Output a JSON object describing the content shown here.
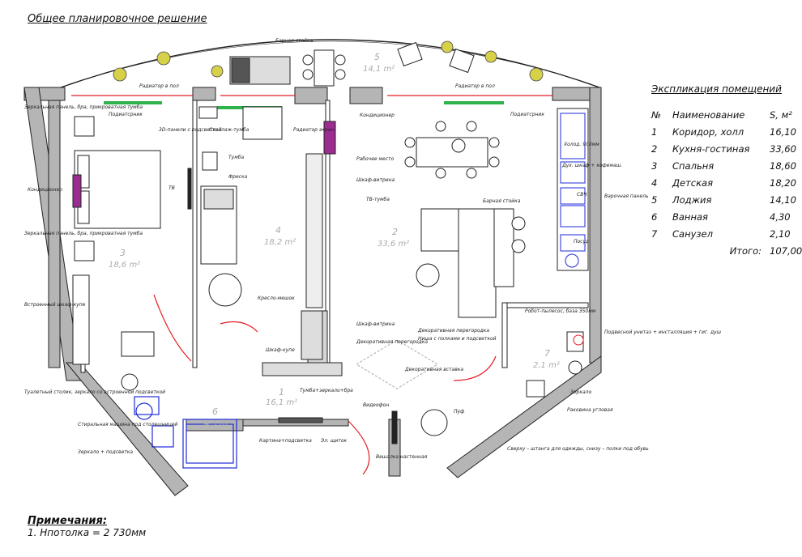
{
  "title": "Общее планировочное решение",
  "explication": {
    "title": "Экспликация помещений",
    "headers": [
      "№",
      "Наименование",
      "S, м²"
    ],
    "rows": [
      [
        "1",
        "Коридор, холл",
        "16,10"
      ],
      [
        "2",
        "Кухня-гостиная",
        "33,60"
      ],
      [
        "3",
        "Спальня",
        "18,60"
      ],
      [
        "4",
        "Детская",
        "18,20"
      ],
      [
        "5",
        "Лоджия",
        "14,10"
      ],
      [
        "6",
        "Ванная",
        "4,30"
      ],
      [
        "7",
        "Санузел",
        "2,10"
      ]
    ],
    "total_label": "Итого:",
    "total_value": "107,00"
  },
  "notes": {
    "title": "Примечания:",
    "line": "1. Hпотолка = 2 730мм"
  },
  "rooms": [
    {
      "num": "1",
      "area": "16,1 m²"
    },
    {
      "num": "2",
      "area": "33,6 m²"
    },
    {
      "num": "3",
      "area": "18,6 m²"
    },
    {
      "num": "4",
      "area": "18,2 m²"
    },
    {
      "num": "5",
      "area": "14,1 m²"
    },
    {
      "num": "6",
      "area": "4,3 m²"
    },
    {
      "num": "7",
      "area": "2,1 m²"
    }
  ],
  "labels": {
    "bar_counter_top": "Барная стойка",
    "radiator_floor_left": "Радиатор в пол",
    "radiator_floor_right": "Радиатор в пол",
    "sill_left": "Подиатсрник",
    "sill_right": "Подиатсрник",
    "mirror_panel_1": "Зеркальная панель, бра, прикроватная тумба",
    "mirror_panel_2": "Зеркальная панель, бра, прикроватная тумба",
    "conditioner_left": "Кондиционер",
    "conditioner_mid": "Кондиционер",
    "shelf_3d": "3D-панели с подсветкой",
    "shelf_tumba": "Стеллаж-тумба",
    "radiator_screen": "Радиатор экран",
    "tumba": "Тумба",
    "freska": "Фреска",
    "tv_left": "ТВ",
    "tv_tumba": "ТВ-тумба",
    "workplace": "Рабочее место",
    "showcase_1": "Шкаф-витрина",
    "showcase_2": "Шкаф-витрина",
    "wardrobe": "Встроенный шкаф-купе",
    "chair_bag": "Кресло-мешок",
    "closet_kupe": "Шкаф-купе",
    "deco_partition_1": "Декоративная перегородка",
    "deco_partition_2": "Декоративная перегородка",
    "niche": "Ниша с полками и подсветкой",
    "bar_counter_mid": "Барная стойка",
    "cook_panel": "Варочная панель",
    "fridge": "Холод. 900мм",
    "oven": "Дух. шкаф + кофемаш.",
    "microwave": "СВЧ",
    "dishwasher": "Посуд",
    "robot": "Робот-пылесос, база 350мм",
    "wc": "Подвесной унитаз + инсталляция + гиг. душ",
    "mirror": "Зеркало",
    "sink": "Раковина угловая",
    "shelf_clothes": "Сверху – штанга для одежды, снизу – полки под обувь",
    "pouf": "Пуф",
    "videophone": "Видеофон",
    "hanger": "Вешалка настенная",
    "tumba_mirror": "Тумба+зеркало+бра",
    "picture": "Картина+подсветка",
    "shield": "Эл. щиток",
    "toilet_table": "Туалетный столик, зеркало со встроенной подсветкой",
    "washing": "Стиральная машина под столешницей",
    "bath_mirror": "Зеркало + подсветка",
    "deco_floor": "Декоративная вставка"
  },
  "colors": {
    "wall": "#b5b5b5",
    "accent_red": "#e31e24",
    "plumbing": "#1f2bd8",
    "radiator": "#2db34a",
    "conditioner": "#9b2d91"
  }
}
